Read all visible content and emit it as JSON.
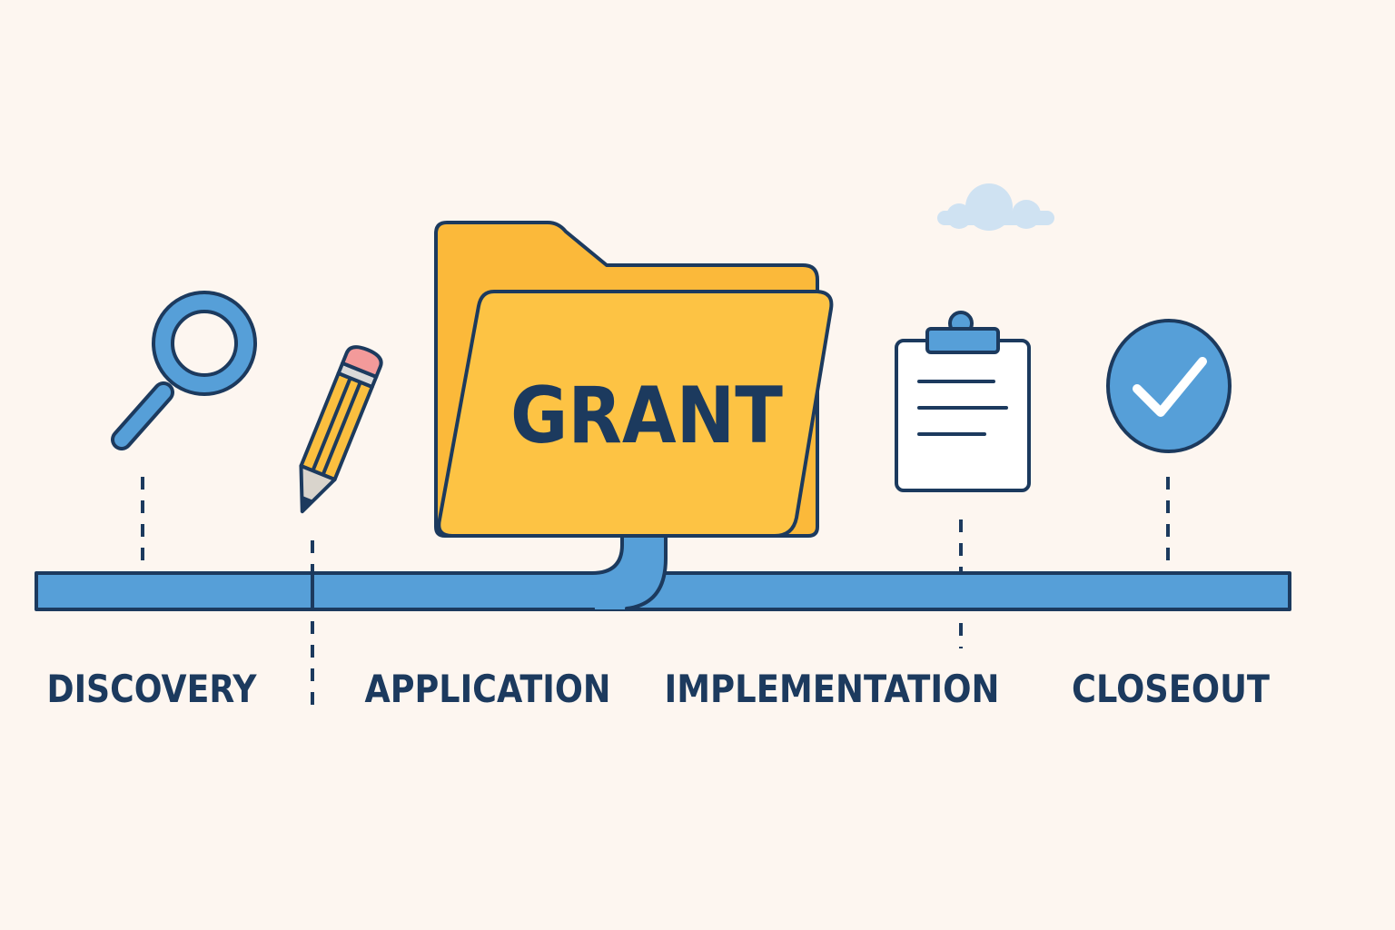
{
  "folder": {
    "label": "GRANT"
  },
  "stages": [
    {
      "label": "DISCOVERY",
      "icon": "magnifying-glass-icon"
    },
    {
      "label": "APPLICATION",
      "icon": "pencil-icon"
    },
    {
      "label": "IMPLEMENTATION",
      "icon": "clipboard-icon"
    },
    {
      "label": "CLOSEOUT",
      "icon": "check-circle-icon"
    }
  ],
  "colors": {
    "background": "#fdf6f0",
    "outline": "#1c3a5e",
    "timeline": "#569fd8",
    "folder": "#fbbf3f",
    "cloud": "#cfe2f2"
  }
}
